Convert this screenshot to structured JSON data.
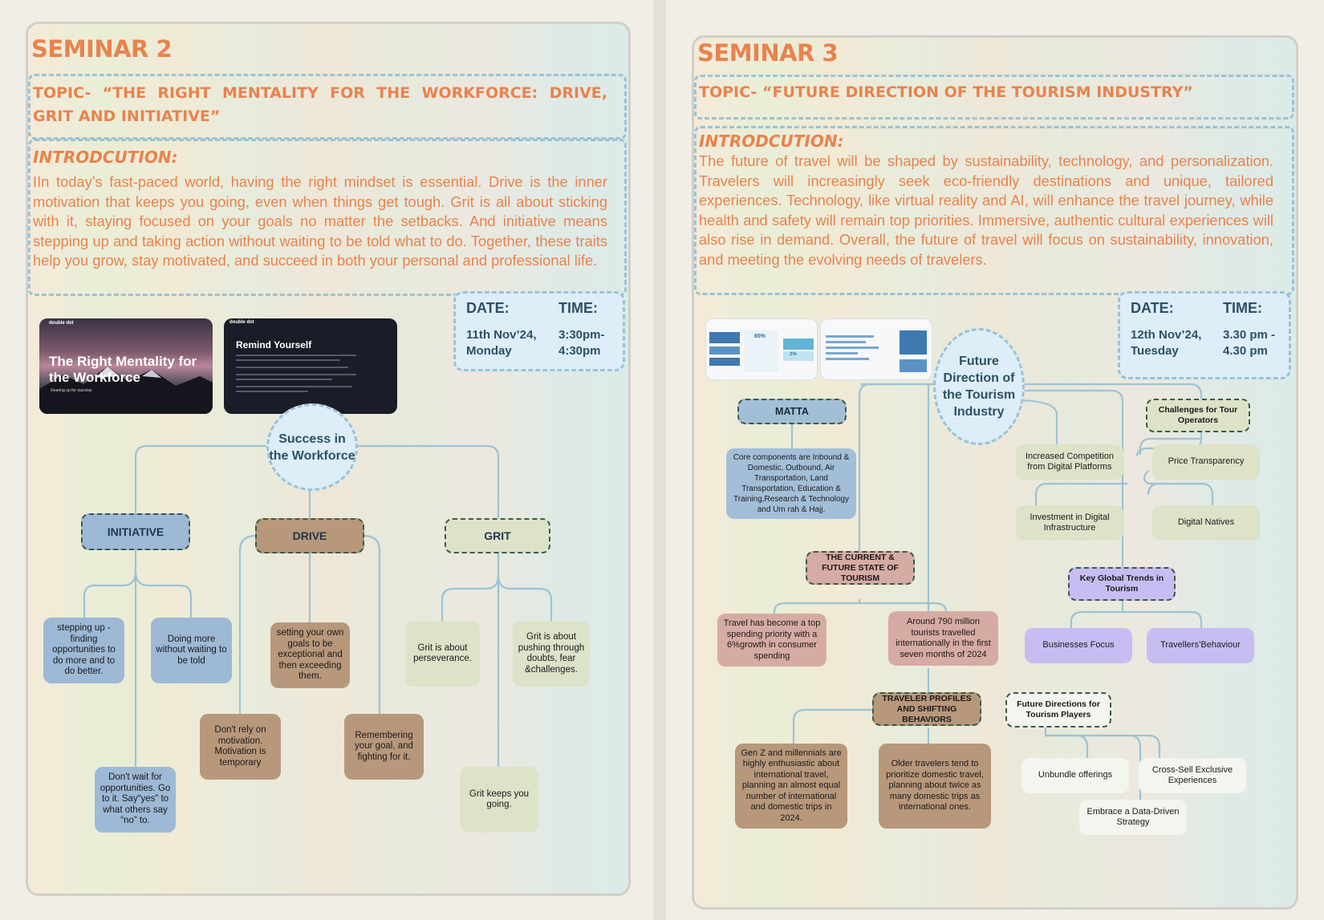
{
  "seminar2": {
    "title": "SEMINAR 2",
    "topic": "TOPIC- “THE RIGHT MENTALITY FOR THE WORKFORCE: DRIVE, GRIT AND INITIATIVE”",
    "intro_heading": "INTRODCUTION:",
    "intro_text": "IIn today’s fast-paced world, having the right mindset is essential. Drive is the inner motivation that keeps you going, even when things get tough. Grit is all about sticking with it, staying focused on your goals no matter the setbacks. And initiative means stepping up and taking action without waiting to be told what to do. Together, these traits help you grow, stay motivated, and succeed in both your personal and professional life.",
    "date_label": "DATE:",
    "time_label": "TIME:",
    "date_line1": "11th Nov’24,",
    "date_line2": "Monday",
    "time_line1": "3:30pm-",
    "time_line2": "4:30pm",
    "slide1": {
      "logo": "double dot",
      "title": "The Right Mentality for the Workforce",
      "sub": "Gearing up for success"
    },
    "slide2": {
      "logo": "double dot",
      "title": "Remind Yourself"
    },
    "center": "Success in the Workforce",
    "branches": {
      "initiative": "INITIATIVE",
      "drive": "DRIVE",
      "grit": "GRIT"
    },
    "leaves": {
      "stepping_up": "stepping up - finding opportunities to do more and to do better.",
      "doing_more": "Doing more without waiting to be told",
      "dont_wait": "Don't wait for opportunities. Go to it. Say“yes” to what others say “no” to.",
      "own_goals": "setting your own goals to be exceptional and then exceeding them.",
      "dont_rely": "Don't rely on motivation. Motivation is temporary",
      "remembering": "Remembering your goal, and fighting for it.",
      "perseverance": "Grit is about perseverance.",
      "pushing": "Grit is about pushing through doubts, fear &challenges.",
      "keeps_going": "Grit keeps you going."
    }
  },
  "seminar3": {
    "title": "SEMINAR 3",
    "topic": "TOPIC- “FUTURE DIRECTION OF THE TOURISM INDUSTRY”",
    "intro_heading": "INTRODCUTION:",
    "intro_text": "The future of travel will be shaped by sustainability, technology, and personalization. Travelers will increasingly seek eco-friendly destinations and unique, tailored experiences. Technology, like virtual reality and AI, will enhance the travel journey, while health and safety will remain top priorities. Immersive, authentic cultural experiences will also rise in demand. Overall, the future of travel will focus on sustainability, innovation, and meeting the evolving needs of travelers.",
    "date_label": "DATE:",
    "time_label": "TIME:",
    "date_line1": "12th Nov’24,",
    "date_line2": "Tuesday",
    "time_line1": "3.30 pm -",
    "time_line2": "4.30 pm",
    "slide1_pct": "65%",
    "slide1_pct2": "2%",
    "center": "Future Direction of the Tourism Industry",
    "nodes": {
      "matta": "MATTA",
      "matta_desc": "Core components are Inbound & Domestic, Outbound, Air Transportation, Land Transportation, Education & Training,Research & Technology and Um rah & Hajj.",
      "current_state": "THE CURRENT & FUTURE STATE OF TOURISM",
      "spending": "Travel has become a top spending priority with a 6%growth in consumer spending",
      "million": "Around 790 million tourists travelled internationally in the first seven months of 2024",
      "traveler_profiles": "TRAVELER PROFILES AND SHIFTING BEHAVIORS",
      "genz": "Gen Z and millennials are highly enthusiastic about international travel, planning an almost equal number of international and domestic trips in 2024.",
      "older": "Older travelers tend to prioritize domestic travel, planning about twice as many domestic trips as international ones.",
      "challenges": "Challenges for Tour Operators",
      "competition": "Increased Competition from Digital Platforms",
      "price": "Price Transparency",
      "investment": "Investment in Digital Infrastructure",
      "natives": "Digital Natives",
      "key_trends": "Key Global Trends in Tourism",
      "business": "Businesses Focus",
      "behaviour": "Travellers’Behaviour",
      "future_dirs": "Future Directions for Tourism Players",
      "unbundle": "Unbundle offerings",
      "cross_sell": "Cross-Sell Exclusive Experiences",
      "data_driven": "Embrace a Data-Driven Strategy"
    }
  }
}
